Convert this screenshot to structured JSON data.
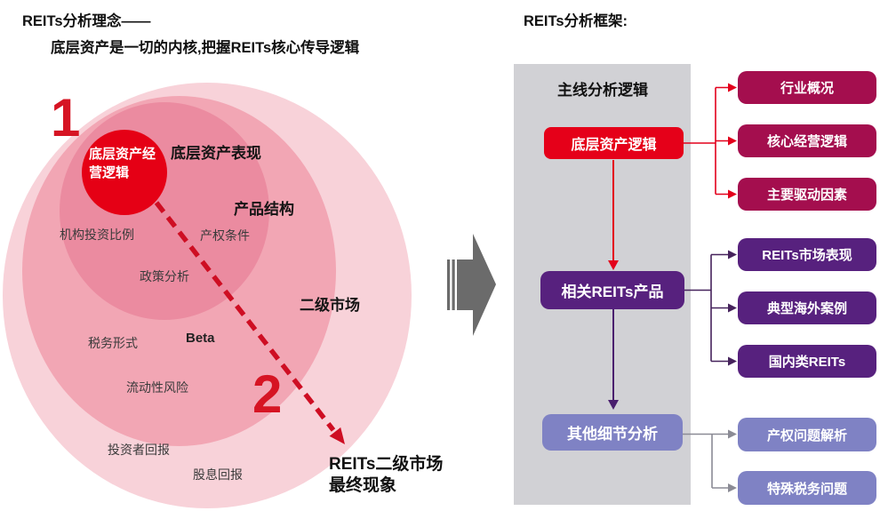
{
  "page": {
    "left_title_line1": "REITs分析理念——",
    "left_title_line2": "底层资产是一切的内核,把握REITs核心传导逻辑",
    "right_title": "REITs分析框架:"
  },
  "venn": {
    "number_1": "1",
    "number_2": "2",
    "core_circle_line1": "底层资产经",
    "core_circle_line2": "营逻辑",
    "zone_labels": {
      "underlying_asset_performance": "底层资产表现",
      "product_structure": "产品结构",
      "secondary_market": "二级市场"
    },
    "factor_labels": {
      "institution_ratio": "机构投资比例",
      "property_rights": "产权条件",
      "policy_analysis": "政策分析",
      "tax_form": "税务形式",
      "beta": "Beta",
      "liquidity_risk": "流动性风险",
      "investor_return": "投资者回报",
      "dividend_return": "股息回报"
    },
    "outcome_line1": "REITs二级市场",
    "outcome_line2": "最终现象"
  },
  "framework": {
    "panel_header": "主线分析逻辑",
    "main_flow": {
      "step1": "底层资产逻辑",
      "step2": "相关REITs产品",
      "step3": "其他细节分析"
    },
    "branches_step1": [
      "行业概况",
      "核心经营逻辑",
      "主要驱动因素"
    ],
    "branches_step2": [
      "REITs市场表现",
      "典型海外案例",
      "国内类REITs"
    ],
    "branches_step3": [
      "产权问题解析",
      "特殊税务问题"
    ]
  },
  "colors": {
    "accent_red": "#e50019",
    "crimson": "#a40e4e",
    "purple": "#57217e",
    "lavender": "#7f82c4",
    "panel_gray": "#d1d1d5",
    "ring_outer": "#f8d2d9",
    "ring_mid": "#f2a6b4",
    "ring_inner": "#eb8ba0",
    "dashed_arrow_red": "#ce0e23",
    "block_arrow_gray": "#6b6b6b"
  }
}
